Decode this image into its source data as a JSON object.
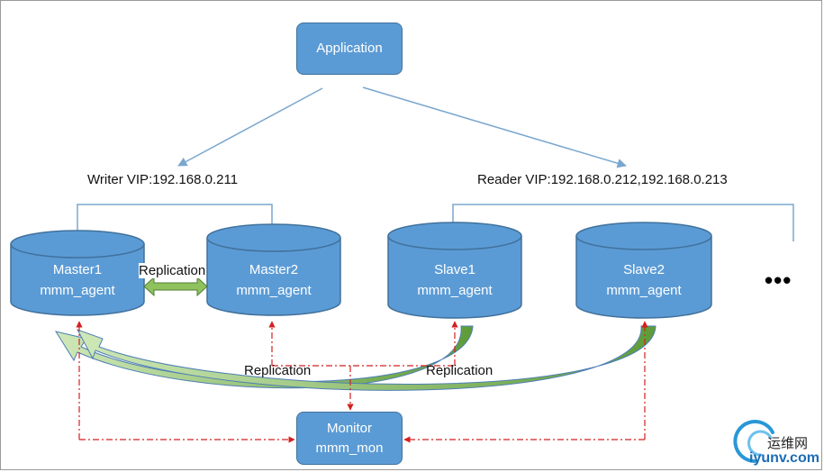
{
  "application": {
    "label": "Application"
  },
  "writer_vip": {
    "label": "Writer VIP:192.168.0.211"
  },
  "reader_vip": {
    "label": "Reader VIP:192.168.0.212,192.168.0.213"
  },
  "nodes": [
    {
      "name": "Master1",
      "agent": "mmm_agent"
    },
    {
      "name": "Master2",
      "agent": "mmm_agent"
    },
    {
      "name": "Slave1",
      "agent": "mmm_agent"
    },
    {
      "name": "Slave2",
      "agent": "mmm_agent"
    }
  ],
  "more_indicator": "•••",
  "replication_labels": [
    "Replication",
    "Replication",
    "Replication"
  ],
  "monitor": {
    "name": "Monitor",
    "process": "mmm_mon"
  },
  "watermark": {
    "cn": "运维网",
    "domain": "iyunv.com"
  },
  "colors": {
    "node_fill": "#5b9bd5",
    "node_stroke": "#41719c",
    "arrow_blue": "#7aa7cf",
    "replication_green": "#70ad47",
    "monitor_link": "#d42020"
  }
}
